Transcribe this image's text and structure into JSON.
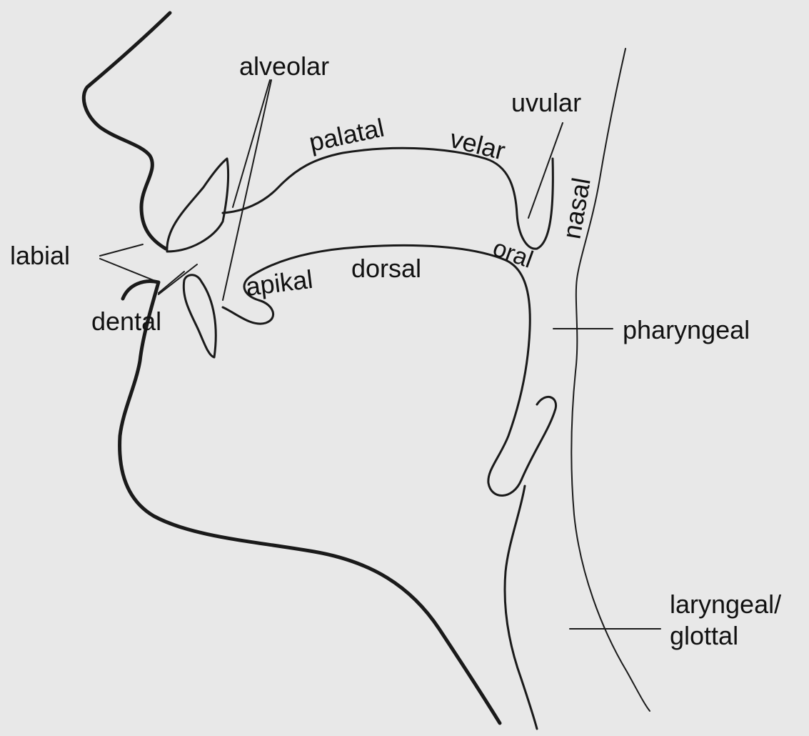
{
  "labels": {
    "alveolar": "alveolar",
    "uvular": "uvular",
    "palatal": "palatal",
    "velar": "velar",
    "nasal": "nasal",
    "labial": "labial",
    "oral": "oral",
    "dorsal": "dorsal",
    "apikal": "apikal",
    "dental": "dental",
    "pharyngeal": "pharyngeal",
    "laryngeal": "laryngeal/",
    "glottal": "glottal"
  },
  "colors": {
    "background": "#e8e8e8",
    "line": "#1a1a1a",
    "text": "#111111"
  }
}
